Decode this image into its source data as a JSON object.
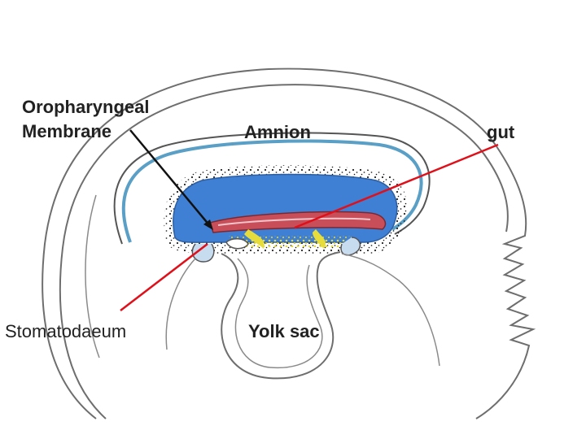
{
  "diagram": {
    "labels": {
      "oropharyngeal_line1": "Oropharyngeal",
      "oropharyngeal_line2": "Membrane",
      "amnion": "Amnion",
      "gut": "gut",
      "stomatodaeum": "Stomatodaeum",
      "yolk_sac": "Yolk sac"
    },
    "colors": {
      "outline": "#6e6e6e",
      "amniotic_cavity": "#3f7fd4",
      "amnion_membrane": "#5a9fc6",
      "gut_tube": "#c84f5a",
      "yolk_cells": "#e8e04a",
      "mesoderm_dots": "#2a2a2a",
      "pointer_black": "#111111",
      "pointer_red": "#e0101a"
    }
  }
}
